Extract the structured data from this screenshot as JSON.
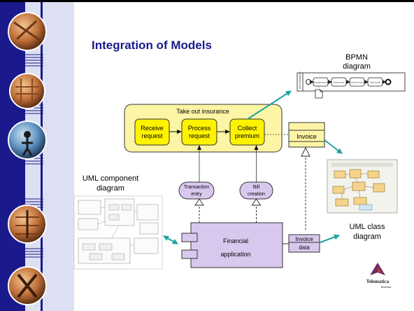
{
  "slide": {
    "title": "Integration of Models",
    "colors": {
      "title": "#1a1a8c",
      "sidebar": "#1a1a8c",
      "sidebar_light": "#dde0f2",
      "accent": "#1aa3a3",
      "yellow_fill": "#fdf5a6",
      "yellow_bright": "#fff200",
      "purple_fill": "#d9c8ee"
    }
  },
  "bpmn": {
    "caption_line1": "BPMN",
    "caption_line2": "diagram",
    "lane_label": "Ant Insurance",
    "tasks": [
      "Calculate amount",
      "Check invoice",
      "Send an invoice",
      "Send invoice"
    ]
  },
  "process": {
    "title": "Take out insurance",
    "steps": [
      {
        "line1": "Receive",
        "line2": "request"
      },
      {
        "line1": "Process",
        "line2": "request"
      },
      {
        "line1": "Collect",
        "line2": "premium"
      }
    ]
  },
  "invoice_class": {
    "label": "Invoice"
  },
  "services": [
    {
      "line1": "Transaction",
      "line2": "entry"
    },
    {
      "line1": "Bill",
      "line2": "creation"
    }
  ],
  "component": {
    "line1": "Financial",
    "line2": "application"
  },
  "invoice_data": {
    "line1": "Invoice",
    "line2": "data"
  },
  "uml_component_caption": {
    "line1": "UML component",
    "line2": "diagram"
  },
  "uml_class_caption": {
    "line1": "UML class",
    "line2": "diagram"
  },
  "logo": {
    "text": "Telematica",
    "subtext": "Instituut"
  }
}
